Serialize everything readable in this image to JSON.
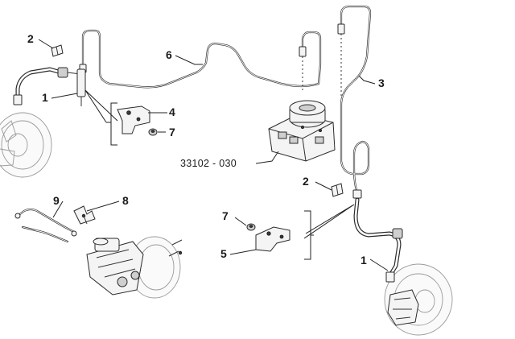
{
  "callouts": {
    "c1_left": "1",
    "c2_left": "2",
    "c3": "3",
    "c4": "4",
    "c5": "5",
    "c6": "6",
    "c7_left": "7",
    "c7_right": "7",
    "c8": "8",
    "c9": "9",
    "c2_right": "2",
    "c1_right": "1",
    "abs_unit_code": "33102 - 030"
  }
}
